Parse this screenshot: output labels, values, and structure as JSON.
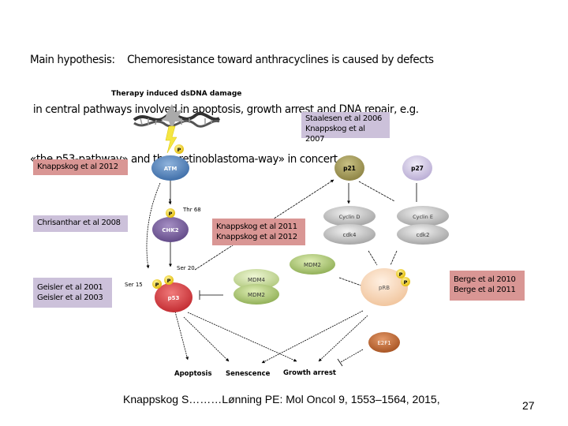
{
  "hypothesis": {
    "line1": "Main hypothesis:    Chemoresistance toward anthracyclines is caused by defects",
    "line2": " in central pathways involved in apoptosis, growth arrest and DNA repair, e.g.",
    "line3": "«the p53-pathway» and the «retinoblastoma-way» in concert"
  },
  "diagram": {
    "title": "Therapy induced dsDNA damage",
    "nodes": {
      "atm": "ATM",
      "chk2": "CHK2",
      "p53": "p53",
      "mdm4": "MDM4",
      "mdm2_pair": "MDM2",
      "mdm2": "MDM2",
      "p21": "p21",
      "p27": "p27",
      "cyclin_d": "Cyclin D",
      "cdk4": "cdk4",
      "cyclin_e": "Cyclin E",
      "cdk2": "cdk2",
      "prb": "pRB",
      "e2f1": "E2F1"
    },
    "phospho": "P",
    "sites": {
      "thr68": "Thr 68",
      "ser20": "Ser 20",
      "ser15": "Ser 15"
    },
    "outcomes": {
      "apoptosis": "Apoptosis",
      "senescence": "Senescence",
      "growth_arrest": "Growth arrest"
    },
    "colors": {
      "ref_pink": "#d99694",
      "ref_lavender": "#ccc1da"
    }
  },
  "references": {
    "staalesen": [
      "Staalesen et al 2006",
      "Knappskog et al 2007"
    ],
    "knappskog2012": [
      "Knappskog et al 2012"
    ],
    "chrisanthar": [
      "Chrisanthar et al 2008"
    ],
    "knappskog2011": [
      "Knappskog et al 2011",
      "Knappskog et al 2012"
    ],
    "geisler": [
      "Geisler et al 2001",
      "Geisler et al 2003"
    ],
    "berge": [
      "Berge et al 2010",
      "Berge et al 2011"
    ]
  },
  "footer": {
    "citation": "Knappskog S………Lønning PE: Mol Oncol 9, 1553–1564, 2015,",
    "page_number": "27"
  }
}
